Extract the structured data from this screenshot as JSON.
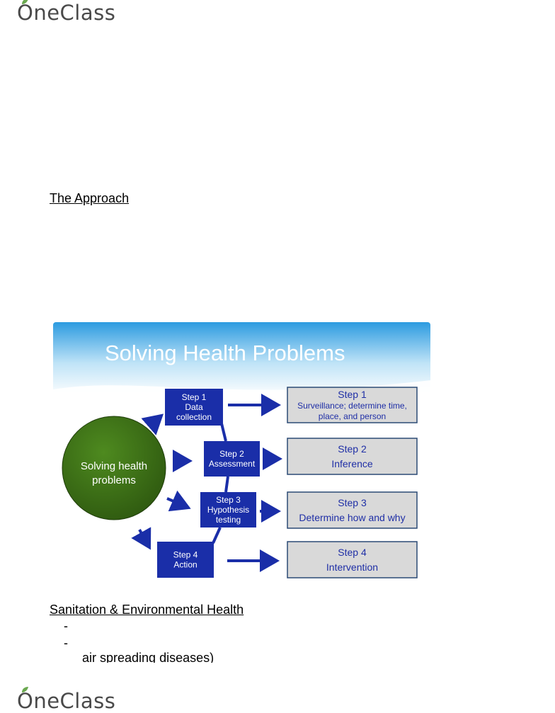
{
  "logo": {
    "text": "OneClass",
    "leaf_color": "#6aa84f"
  },
  "sections": {
    "approach_heading": "The Approach",
    "sanitation_heading": "Sanitation & Environmental Health",
    "bullets": [
      "-",
      "-"
    ],
    "clipped_line": "air spreading diseases)"
  },
  "diagram": {
    "title": "Solving Health Problems",
    "center_label": [
      "Solving health",
      "problems"
    ],
    "steps": [
      {
        "lines": [
          "Step 1",
          "Data",
          "collection"
        ]
      },
      {
        "lines": [
          "Step 2",
          "Assessment"
        ]
      },
      {
        "lines": [
          "Step 3",
          "Hypothesis",
          "testing"
        ]
      },
      {
        "lines": [
          "Step 4",
          "Action"
        ]
      }
    ],
    "results": [
      {
        "lines": [
          "Step 1",
          "Surveillance; determine time,",
          "place, and person"
        ]
      },
      {
        "lines": [
          "Step 2",
          "Inference"
        ]
      },
      {
        "lines": [
          "Step 3",
          "Determine how and why"
        ]
      },
      {
        "lines": [
          "Step 4",
          "Intervention"
        ]
      }
    ],
    "colors": {
      "sky_top": "#2c9be0",
      "sky_bottom": "#ffffff",
      "step_box": "#1a2ea8",
      "result_box": "#d9d9d9",
      "result_border": "#2b4a75",
      "result_text": "#1f2fa6",
      "circle": "#3d6e16",
      "arrow": "#1a2ea8",
      "connector": "#1a2ea8"
    }
  }
}
